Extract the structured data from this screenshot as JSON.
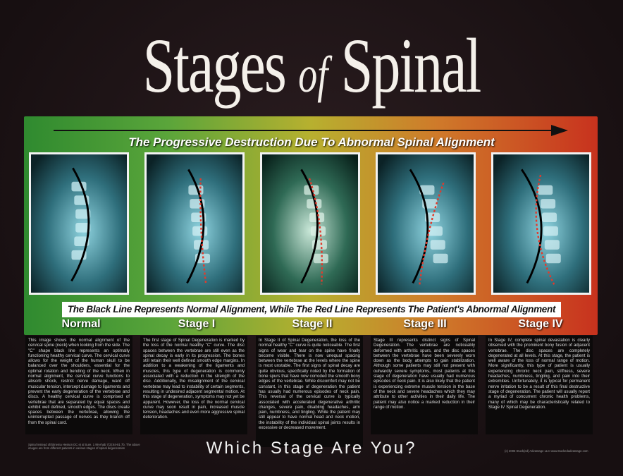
{
  "poster": {
    "title_part1": "Stages",
    "title_of": "of",
    "title_part2": "Spinal Degeneration",
    "subtitle": "The Progressive Destruction Due To Abnormal Spinal Alignment",
    "legend": "The Black Line Represents Normal Alignment, While The Red Line Represents The Patient's Abnormal Alignment",
    "question": "Which Stage Are You?",
    "footer_left": "Spinal Instead of/Stinema Hesson DC et al Sure. 1 99 ehab 7(2):84-81 7b. The above images are from different patients in various stages of spinal degeneration",
    "footer_right": "(c) 2003 Stuck(ed) Advantage LLC  www.stuckedadvantage.com"
  },
  "stages": [
    {
      "label": "Normal",
      "text": "This image shows the normal alignment of the cervical spine (neck) when looking from the side. The \"C\" shape black line represents an optimally functioning healthy cervical curve. The cervical curve allows for the weight of the human skull to be balanced over the shoulders, essential for the optimal rotation and bending of the neck. When in normal alignment, the cervical curve functions to absorb shock, restrict nerve damage, ward off muscular tension, intercept damage to ligaments and prevent the early degeneration of the vertebrae and discs. A healthy cervical curve is comprised of vertebrae that are separated by equal spaces and exhibit well defined, smooth edges. The discs create spaces between the vertebrae, allowing the uninterrupted passage of nerves as they branch off from the spinal cord."
    },
    {
      "label": "Stage I",
      "text": "The first stage of Spinal Degeneration is marked by the loss of the normal healthy \"C\" curve. The disc spaces between the vertebrae are still even as the spinal decay is early in its progression. The bones still retain their well defined smooth edge margins. In addition to a weakening of the ligaments and muscles, this type of degeneration is commonly associated with a reduction in the strength of the disc. Additionally, the misalignment of the cervical vertebrae may lead to instability of certain segments, resulting in undesired adjacent segmental motion. At this stage of degeneration, symptoms may not yet be apparent. However, the loss of the normal cervical curve may soon result in pain, increased muscle tension, headaches and even more aggressive spinal deterioration."
    },
    {
      "label": "Stage II",
      "text": "In Stage II of Spinal Degeneration, the loss of the normal healthy \"C\" curve is quite noticeable. The first signs of wear and tear on the spine have finally become visible. There is now unequal spacing between the vertebrae at the levels where the spine is most unstable. The first signs of spinal decay are quite obvious, specifically noted by the formation of bone spurs that have now corroded the smooth bony edges of the vertebrae. While discomfort may not be constant, in this stage of degeneration the patient has usually had numerous episodes of neck pain. This reversal of the cervical curve is typically associated with accelerated degenerative arthritic changes, severe pain, disabling headaches, arm pain, numbness, and tingling. While the patient may still appear to have normal head and neck motion, the instability of the individual spinal joints results in excessive or decreased movement."
    },
    {
      "label": "Stage III",
      "text": "Stage III represents distinct signs of Spinal Degeneration. The vertebrae are noticeably deformed with arthritic spurs, and the disc spaces between the vertebrae have been severely worn down as the body attempts to gain stabilization. Although some patients may still not present with outwardly severe symptoms, most patients at this stage of degeneration have usually had numerous episodes of neck pain. It is also likely that the patient is experiencing extreme muscle tension in the base of the neck and severe headaches which they may attribute to other activities in their daily life. The patient may also notice a marked reduction in their range of motion."
    },
    {
      "label": "Stage IV",
      "text": "In Stage IV, complete spinal devastation is clearly observed with the prominent bony fusion of adjacent vertebrae. The disc spaces are completely degenerated at all levels. At this stage, the patient is well aware of the loss of normal range of motion. More significantly, this type of patient is usually experiencing chronic neck pain, stiffness, severe headaches, numbness, tingling, and pain into their extremities. Unfortunately, it is typical for permanent nerve irritation to be a result of this final destructive stage of degeneration. The patient will usually report a myriad of concurrent chronic health problems, many of which may be characteristically related to Stage IV Spinal Degeneration."
    }
  ],
  "colors": {
    "band_start": "#2f8a2f",
    "band_end": "#c8321e",
    "xray_tint": "#5fb3c4",
    "normal_line": "#000000",
    "abnormal_line": "#e23a2c"
  }
}
